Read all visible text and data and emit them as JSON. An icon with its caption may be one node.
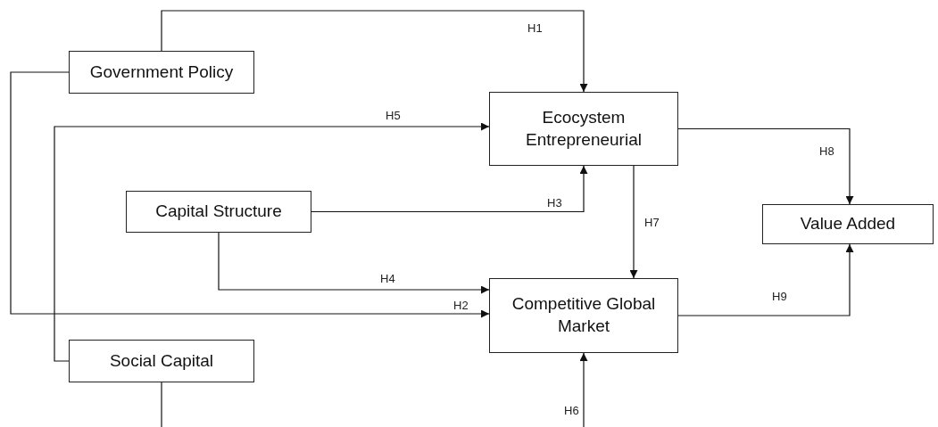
{
  "diagram": {
    "nodes": [
      {
        "text": [
          "Government Policy"
        ]
      },
      {
        "text": [
          "Ecocystem Entrepreneurial"
        ]
      },
      {
        "text": [
          "Capital Structure"
        ]
      },
      {
        "text": [
          "Value Added"
        ]
      },
      {
        "text": [
          "Competitive Global Market"
        ]
      },
      {
        "text": [
          "Social Capital"
        ]
      }
    ],
    "edges": [
      {
        "from": 0,
        "to": 1,
        "arrow": "to",
        "label": "H1"
      },
      {
        "from": 5,
        "to": 1,
        "arrow": "to",
        "label": "H5"
      },
      {
        "from": 2,
        "to": 1,
        "arrow": "to",
        "label": "H3"
      },
      {
        "from": 1,
        "to": 3,
        "arrow": "to",
        "label": "H8"
      },
      {
        "from": 2,
        "to": 4,
        "arrow": "to",
        "label": "H4"
      },
      {
        "from": 0,
        "to": 4,
        "arrow": "to",
        "label": "H2"
      },
      {
        "from": 1,
        "to": 4,
        "arrow": "to",
        "label": "H7"
      },
      {
        "from": 4,
        "to": 3,
        "arrow": "to",
        "label": "H9"
      },
      {
        "from": 5,
        "to": 4,
        "arrow": "to",
        "label": "H6"
      }
    ]
  }
}
